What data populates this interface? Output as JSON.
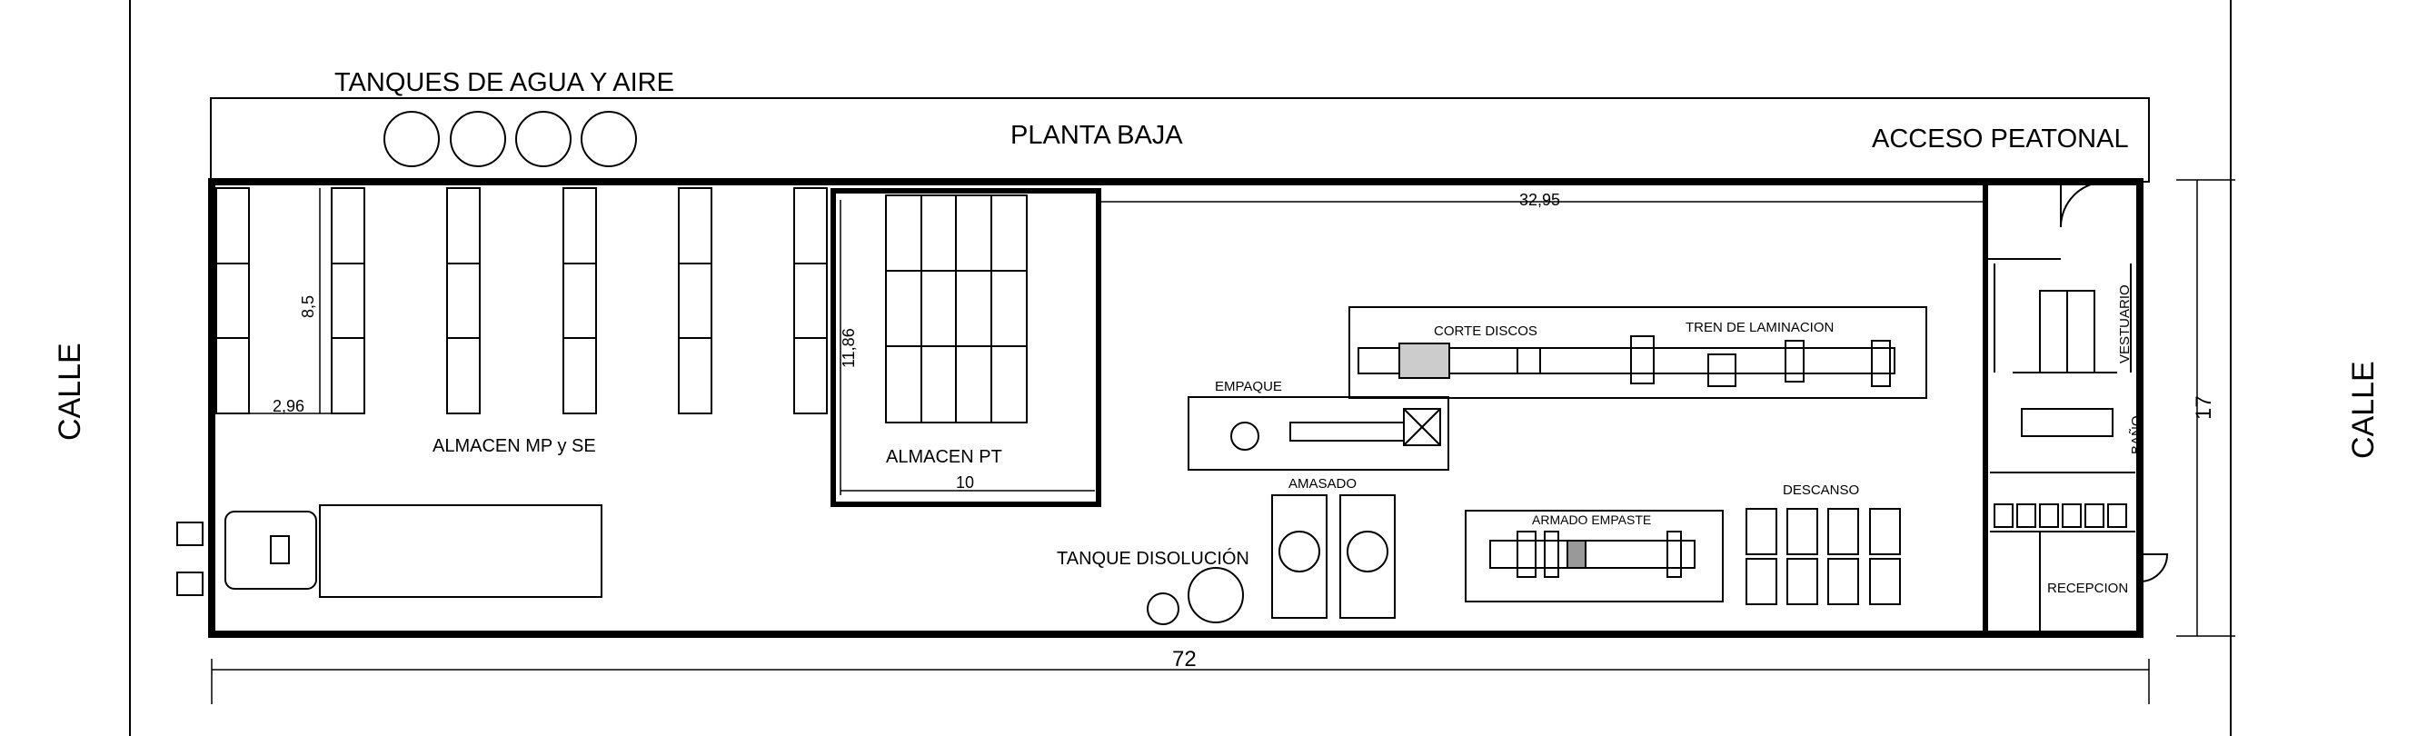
{
  "title": "PLANTA BAJA",
  "labels": {
    "tanques_agua_aire": "TANQUES DE AGUA Y AIRE",
    "acceso_peatonal": "ACCESO PEATONAL",
    "calle_left": "CALLE",
    "calle_right": "CALLE",
    "almacen_mp": "ALMACEN MP y SE",
    "almacen_pt": "ALMACEN PT",
    "corte_discos": "CORTE DISCOS",
    "tren_laminacion": "TREN DE LAMINACION",
    "empaque": "EMPAQUE",
    "amasado": "AMASADO",
    "tanque_disolucion": "TANQUE DISOLUCIÓN",
    "armado_empaste": "ARMADO EMPASTE",
    "descanso": "DESCANSO",
    "vestuario": "VESTUARIO",
    "bano": "BAÑO",
    "recepcion": "RECEPCION"
  },
  "dimensions": {
    "total_length": "72",
    "total_width": "17",
    "inner_length": "32,95",
    "rack_height": "8,5",
    "rack_spacing": "2,96",
    "almacen_pt_height": "11,86",
    "almacen_pt_width": "10"
  }
}
